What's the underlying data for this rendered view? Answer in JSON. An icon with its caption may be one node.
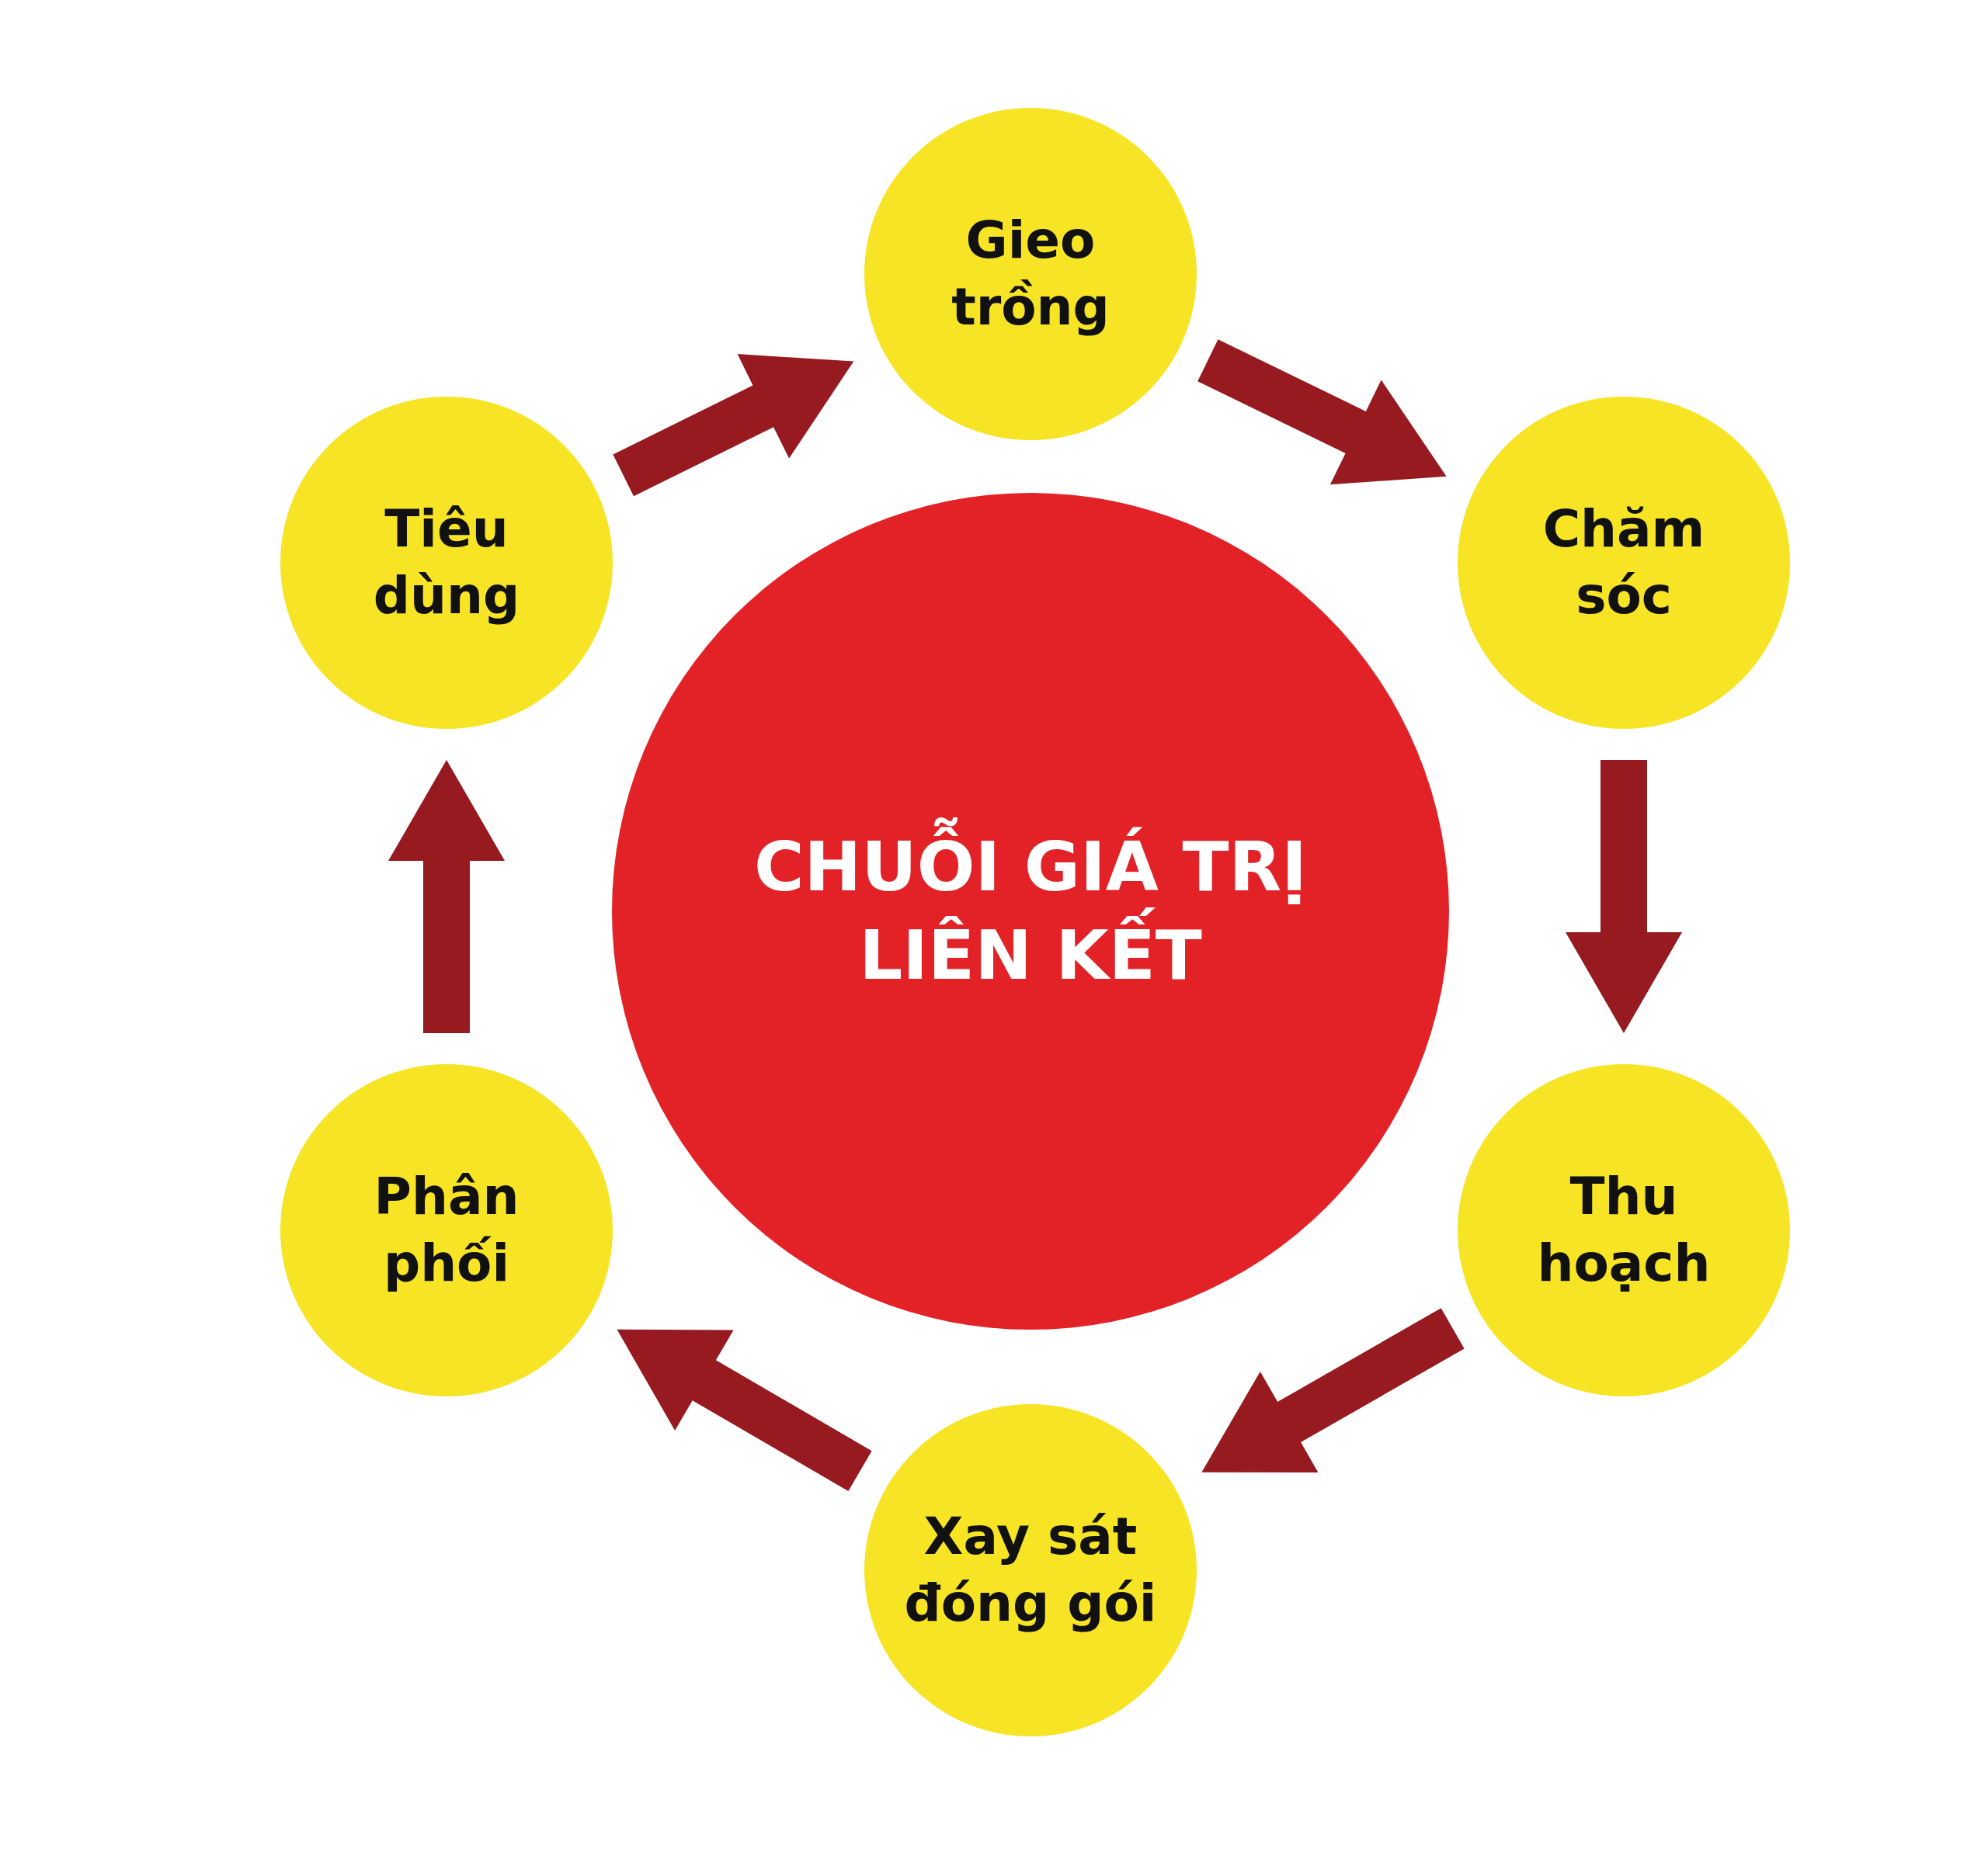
{
  "diagram": {
    "nodes": [
      {
        "text": [
          "Gieo trồng"
        ]
      },
      {
        "text": [
          "Chăm sóc"
        ]
      },
      {
        "text": [
          "Thu hoạch"
        ]
      },
      {
        "text": [
          "Xay sát đóng gói"
        ]
      },
      {
        "text": [
          "Phân phối"
        ]
      },
      {
        "text": [
          "Tiêu dùng"
        ]
      },
      {
        "text": [
          "CHUỖI GIÁ TRỊ LIÊN KẾT"
        ]
      }
    ],
    "edges": [
      {
        "from": 0,
        "to": 1,
        "arrow": "to"
      },
      {
        "from": 1,
        "to": 2,
        "arrow": "to"
      },
      {
        "from": 2,
        "to": 3,
        "arrow": "to"
      },
      {
        "from": 3,
        "to": 4,
        "arrow": "to"
      },
      {
        "from": 4,
        "to": 5,
        "arrow": "to"
      },
      {
        "from": 5,
        "to": 0,
        "arrow": "to"
      }
    ]
  }
}
